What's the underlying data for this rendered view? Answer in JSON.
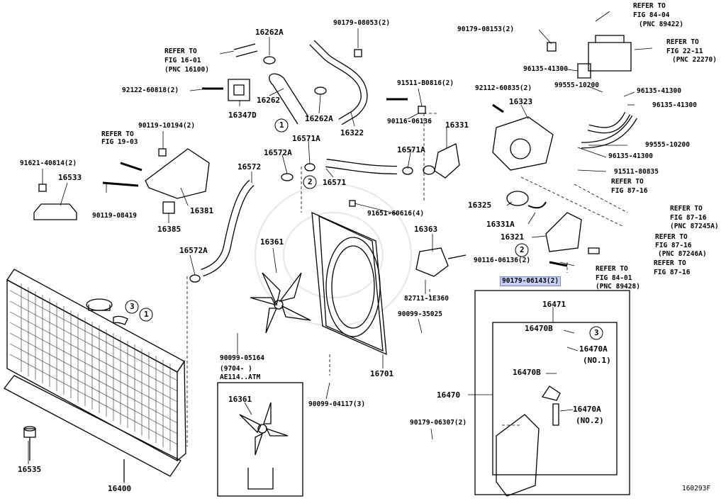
{
  "figure_code": "160293F",
  "labels": {
    "p16262A_top": "16262A",
    "p90179_08053": "90179-08053(2)",
    "p90179_08153": "90179-08153(2)",
    "refer_84_04_a": "REFER TO",
    "refer_84_04_b": "FIG 84-04",
    "refer_84_04_c": "(PNC 89422)",
    "refer_22_11_a": "REFER TO",
    "refer_22_11_b": "FIG 22-11",
    "refer_22_11_c": "(PNC 22270)",
    "refer_16_01_a": "REFER TO",
    "refer_16_01_b": "FIG 16-01",
    "refer_16_01_c": "(PNC 16100)",
    "p96135_41300_a": "96135-41300",
    "p92122_60818": "92122-60818(2)",
    "p16262": "16262",
    "p16347D": "16347D",
    "p16262A_mid": "16262A",
    "p91511_B0816": "91511-B0816(2)",
    "p92112_60835": "92112-60835(2)",
    "p99555_10200_a": "99555-10200",
    "p96135_41300_b": "96135-41300",
    "p96135_41300_c": "96135-41300",
    "p16323": "16323",
    "p90119_10194": "90119-10194(2)",
    "p90116_06136_a": "90116-06136",
    "p16322": "16322",
    "p16331": "16331",
    "refer_19_03_a": "REFER TO",
    "refer_19_03_b": "FIG 19-03",
    "p16571A_a": "16571A",
    "p16572A_a": "16572A",
    "p16571A_b": "16571A",
    "p99555_10200_b": "99555-10200",
    "p96135_41300_d": "96135-41300",
    "p91621_40814": "91621-40814(2)",
    "p16533": "16533",
    "p16572": "16572",
    "p16571": "16571",
    "p91511_80835": "91511-80835",
    "refer_87_16_a1": "REFER TO",
    "refer_87_16_a2": "FIG 87-16",
    "p90119_08419": "90119-08419",
    "p16381": "16381",
    "p16325": "16325",
    "p91651_60616": "91651-60616(4)",
    "refer_87_16_b1": "REFER TO",
    "refer_87_16_b2": "FIG 87-16",
    "refer_87_16_b3": "(PNC 87245A)",
    "p16385": "16385",
    "p16331A": "16331A",
    "p16363": "16363",
    "refer_87_16_c1": "REFER TO",
    "refer_87_16_c2": "FIG 87-16",
    "refer_87_16_c3": "(PNC 87246A)",
    "p16572A_b": "16572A",
    "p16361_a": "16361",
    "p16321": "16321",
    "p90116_06136_b": "90116-06136(2)",
    "refer_84_01_a": "REFER TO",
    "refer_84_01_b": "FIG 84-01",
    "refer_84_01_c": "(PNC 89428)",
    "refer_87_16_d1": "REFER TO",
    "refer_87_16_d2": "FIG 87-16",
    "p90179_06143": "90179-06143(2)",
    "p82711_1E360": "82711-1E360",
    "p16471": "16471",
    "p90099_35025": "90099-35025",
    "p16470B_a": "16470B",
    "p16470A_a": "16470A",
    "p16470A_a_note": "(NO.1)",
    "p90099_05164": "90099-05164",
    "note_9704": "(9704-      )",
    "note_ae114": "AE114..ATM",
    "p16470B_b": "16470B",
    "p16701": "16701",
    "p16470": "16470",
    "p16361_b": "16361",
    "p90099_04117": "90099-04117(3)",
    "p16470A_b": "16470A",
    "p16470A_b_note": "(NO.2)",
    "p90179_06307": "90179-06307(2)",
    "p16535": "16535",
    "p16400": "16400"
  },
  "callouts": [
    "1",
    "2",
    "3"
  ]
}
